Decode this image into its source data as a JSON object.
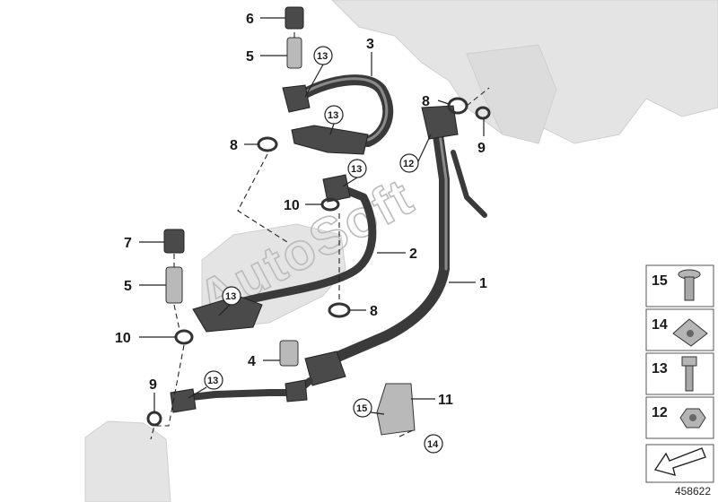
{
  "callouts": [
    {
      "id": "c6",
      "text": "6"
    },
    {
      "id": "c5a",
      "text": "5"
    },
    {
      "id": "c3",
      "text": "3"
    },
    {
      "id": "c8a",
      "text": "8"
    },
    {
      "id": "c8b",
      "text": "8"
    },
    {
      "id": "c9a",
      "text": "9"
    },
    {
      "id": "c12",
      "text": "12"
    },
    {
      "id": "c10a",
      "text": "10"
    },
    {
      "id": "c7",
      "text": "7"
    },
    {
      "id": "c2",
      "text": "2"
    },
    {
      "id": "c5b",
      "text": "5"
    },
    {
      "id": "c1",
      "text": "1"
    },
    {
      "id": "c8c",
      "text": "8"
    },
    {
      "id": "c10b",
      "text": "10"
    },
    {
      "id": "c4",
      "text": "4"
    },
    {
      "id": "c9b",
      "text": "9"
    },
    {
      "id": "c11",
      "text": "11"
    }
  ],
  "circled_callouts": [
    {
      "id": "k13a",
      "text": "13"
    },
    {
      "id": "k13b",
      "text": "13"
    },
    {
      "id": "k13c",
      "text": "13"
    },
    {
      "id": "k13d",
      "text": "13"
    },
    {
      "id": "k13e",
      "text": "13"
    },
    {
      "id": "k15",
      "text": "15"
    },
    {
      "id": "k14",
      "text": "14"
    }
  ],
  "legend": [
    {
      "number": "15",
      "icon": "torx-screw-icon"
    },
    {
      "number": "14",
      "icon": "speed-nut-icon"
    },
    {
      "number": "13",
      "icon": "hex-bolt-icon"
    },
    {
      "number": "12",
      "icon": "hex-nut-icon"
    }
  ],
  "legend_arrow_icon": "direction-arrow-icon",
  "diagram_number": "458622",
  "watermark": "AutoSoft",
  "colors": {
    "part_dark": "#3a3a3a",
    "part_light": "#b9b9b9",
    "ghost": "#e4e4e4"
  }
}
